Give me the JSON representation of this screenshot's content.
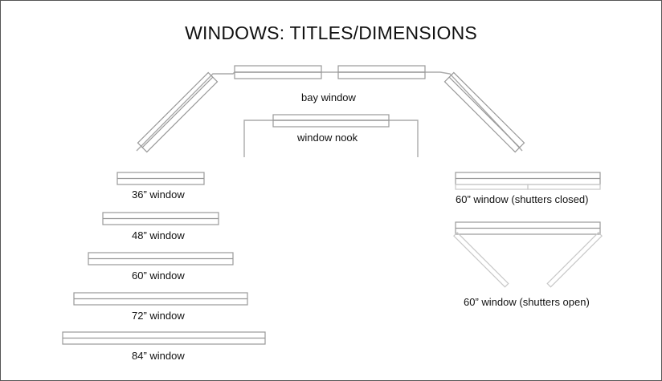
{
  "title": "WINDOWS: TITLES/DIMENSIONS",
  "labels": {
    "bay": "bay window",
    "nook": "window nook",
    "w36": "36” window",
    "w48": "48” window",
    "w60": "60” window",
    "w72": "72” window",
    "w84": "84” window",
    "shutters_closed": "60” window (shutters closed)",
    "shutters_open": "60” window (shutters open)"
  },
  "colors": {
    "wall_line": "#aaaaaa",
    "window_frame": "#999999",
    "shutter": "#c8c8c8",
    "border": "#555555",
    "text": "#111111"
  }
}
